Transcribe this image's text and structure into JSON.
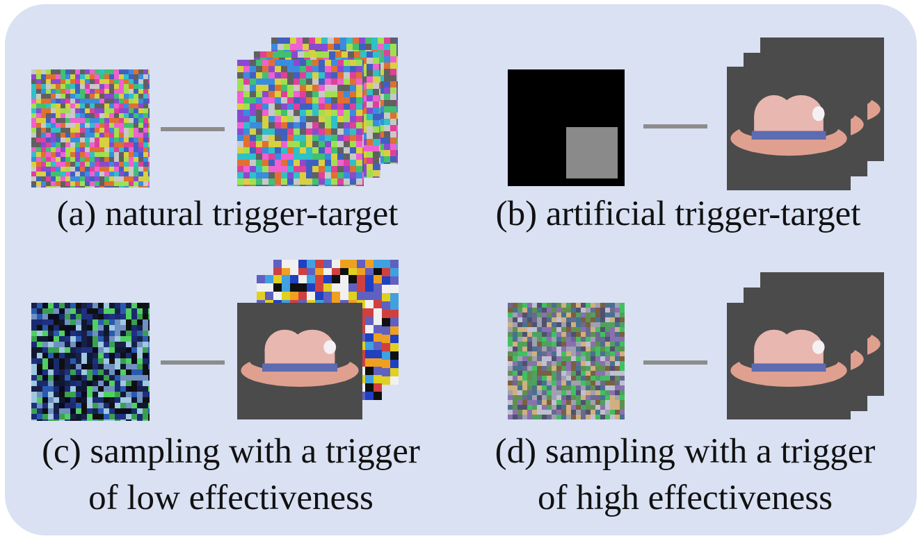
{
  "panels": {
    "a": {
      "caption": "(a) natural trigger-target",
      "trigger": "noise-trigger-image",
      "target": "noise-target-stack"
    },
    "b": {
      "caption": "(b) artificial trigger-target",
      "trigger": "black-patch-trigger-image",
      "target": "hat-target-stack"
    },
    "c": {
      "caption_line1": "(c) sampling with a trigger",
      "caption_line2": "of low effectiveness",
      "trigger": "low-effectiveness-trigger-image",
      "target": "mixed-target-stack"
    },
    "d": {
      "caption_line1": "(d) sampling with a trigger",
      "caption_line2": "of high effectiveness",
      "trigger": "high-effectiveness-trigger-image",
      "target": "hat-target-stack"
    }
  },
  "colors": {
    "background": "#d9e1f3",
    "connector": "#8c8c8c",
    "hat_background": "#4b4b4b",
    "hat_crown": "#e8b7b0",
    "hat_band": "#5d6bb0",
    "hat_brim": "#e0a090",
    "patch": "#8a8a8a"
  }
}
